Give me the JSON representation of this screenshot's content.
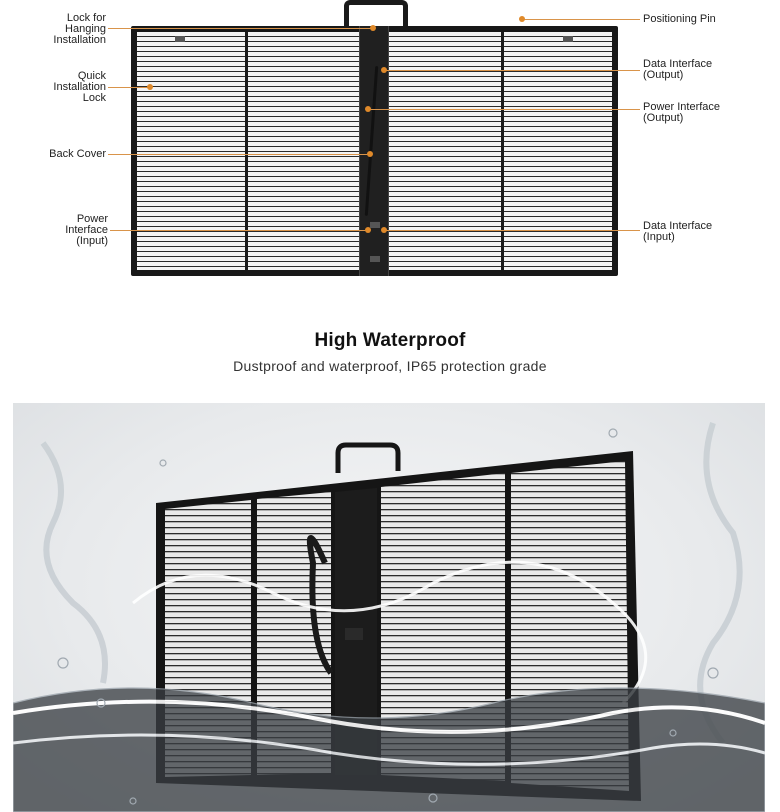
{
  "diagram": {
    "labels": {
      "lock_hanging": [
        "Lock for",
        "Hanging",
        "Installation"
      ],
      "quick_lock": [
        "Quick",
        "Installation",
        "Lock"
      ],
      "back_cover": "Back Cover",
      "power_in": [
        "Power",
        "Interface",
        "(Input)"
      ],
      "positioning_pin": "Positioning Pin",
      "data_out": [
        "Data Interface",
        "(Output)"
      ],
      "power_out": [
        "Power Interface",
        "(Output)"
      ],
      "data_in": [
        "Data Interface",
        "(Input)"
      ]
    },
    "accent_color": "#e08a2a"
  },
  "heading": {
    "title": "High Waterproof",
    "subtitle": "Dustproof and waterproof, IP65 protection grade"
  },
  "photo": {
    "description_icons": [
      "led-panel",
      "water-splash"
    ]
  }
}
